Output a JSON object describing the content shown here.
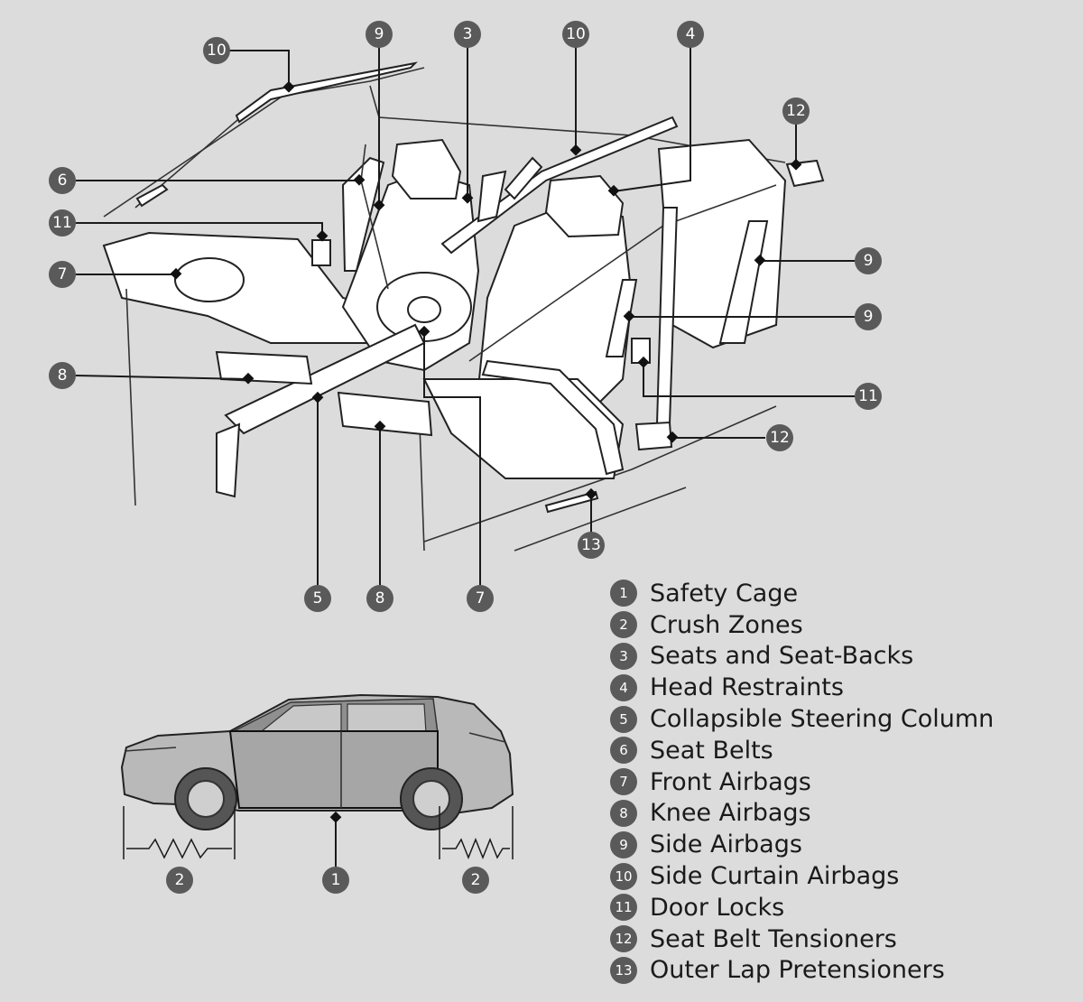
{
  "legend": [
    {
      "num": "1",
      "label": "Safety Cage"
    },
    {
      "num": "2",
      "label": "Crush Zones"
    },
    {
      "num": "3",
      "label": "Seats and Seat-Backs"
    },
    {
      "num": "4",
      "label": "Head Restraints"
    },
    {
      "num": "5",
      "label": "Collapsible Steering Column"
    },
    {
      "num": "6",
      "label": "Seat Belts"
    },
    {
      "num": "7",
      "label": "Front Airbags"
    },
    {
      "num": "8",
      "label": "Knee Airbags"
    },
    {
      "num": "9",
      "label": "Side Airbags"
    },
    {
      "num": "10",
      "label": "Side Curtain Airbags"
    },
    {
      "num": "11",
      "label": "Door Locks"
    },
    {
      "num": "12",
      "label": "Seat Belt Tensioners"
    },
    {
      "num": "13",
      "label": "Outer Lap Pretensioners"
    }
  ],
  "callouts": {
    "c_10a": "10",
    "c_9a": "9",
    "c_3": "3",
    "c_10b": "10",
    "c_4": "4",
    "c_12a": "12",
    "c_6": "6",
    "c_11a": "11",
    "c_7a": "7",
    "c_9b": "9",
    "c_9c": "9",
    "c_8a": "8",
    "c_11b": "11",
    "c_12b": "12",
    "c_13": "13",
    "c_5": "5",
    "c_8b": "8",
    "c_7b": "7",
    "c_2a": "2",
    "c_1": "1",
    "c_2b": "2"
  },
  "colors": {
    "background": "#dcdcdc",
    "callout": "#5a5a5a",
    "line": "#1a1a1a"
  }
}
